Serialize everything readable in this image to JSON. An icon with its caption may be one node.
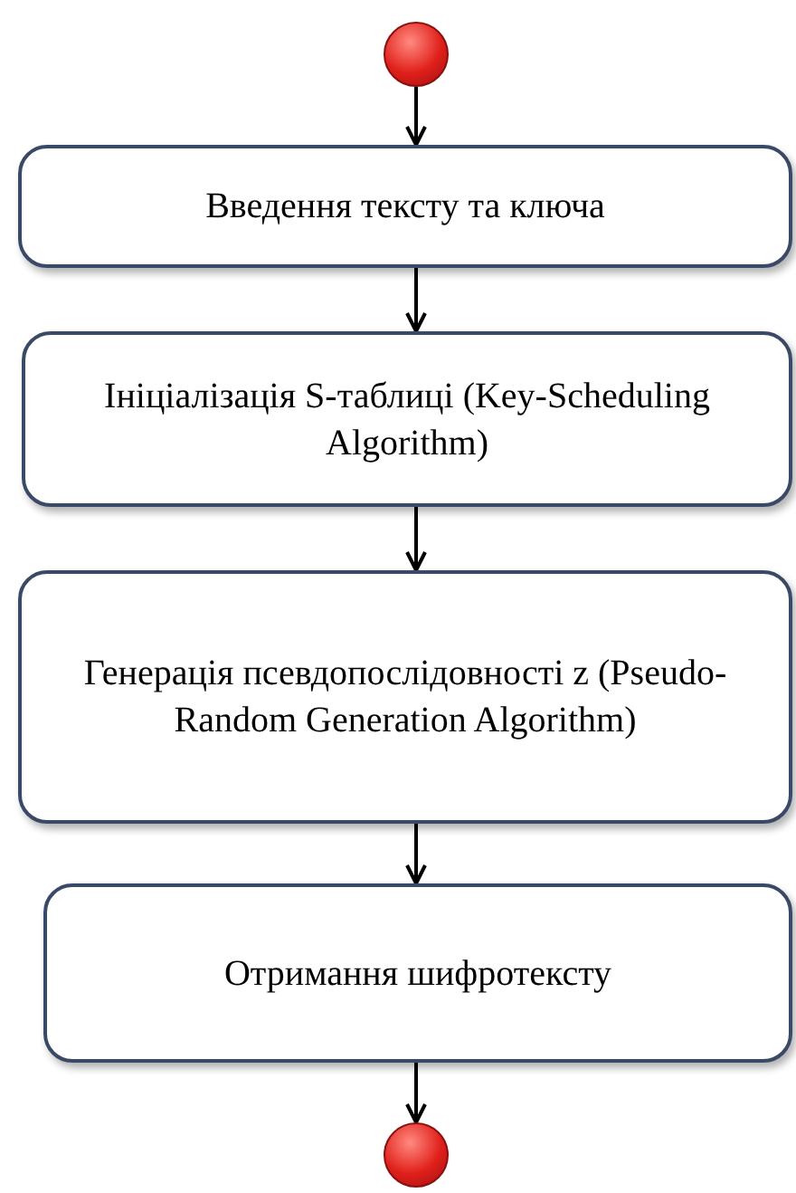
{
  "diagram": {
    "nodes": [
      {
        "text": [],
        "shape": "circle"
      },
      {
        "text": [
          "Введення тексту та ключа"
        ]
      },
      {
        "text": [
          "Ініціалізація S-таблиці (Key-Scheduling Algorithm)"
        ]
      },
      {
        "text": [
          "Генерація псевдопослідовності z (Pseudo-Random Generation Algorithm)"
        ]
      },
      {
        "text": [
          "Отримання шифротексту"
        ]
      },
      {
        "text": [],
        "shape": "circle"
      }
    ],
    "edges": [
      {
        "from": 0,
        "to": 1,
        "arrow": "to"
      },
      {
        "from": 1,
        "to": 2,
        "arrow": "to"
      },
      {
        "from": 2,
        "to": 3,
        "arrow": "to"
      },
      {
        "from": 3,
        "to": 4,
        "arrow": "to"
      },
      {
        "from": 4,
        "to": 5,
        "arrow": "to"
      }
    ]
  }
}
